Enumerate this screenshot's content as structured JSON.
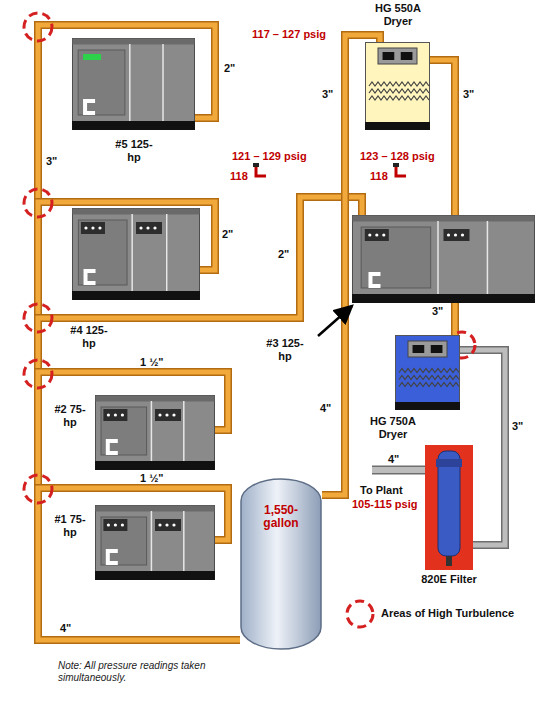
{
  "diagram": {
    "nodes": [
      {
        "text": [
          "#5 125-hp"
        ]
      },
      {
        "text": [
          "#4 125-hp"
        ]
      },
      {
        "text": [
          "#3 125-hp"
        ]
      },
      {
        "text": [
          "#2 75-hp"
        ]
      },
      {
        "text": [
          "#1 75-hp"
        ]
      },
      {
        "text": [
          "HG 550A Dryer"
        ]
      },
      {
        "text": [
          "HG 750A Dryer"
        ]
      },
      {
        "text": [
          "1,550- gallon"
        ]
      },
      {
        "text": [
          "820E Filter"
        ]
      }
    ],
    "edges": [
      {
        "from": 0,
        "to": 7,
        "arrow": "none"
      },
      {
        "from": 1,
        "to": 7,
        "arrow": "none"
      },
      {
        "from": 2,
        "to": 7,
        "arrow": "none"
      },
      {
        "from": 3,
        "to": 7,
        "arrow": "none"
      },
      {
        "from": 4,
        "to": 7,
        "arrow": "none"
      },
      {
        "from": 7,
        "to": 5,
        "arrow": "none"
      },
      {
        "from": 5,
        "to": 6,
        "arrow": "none"
      },
      {
        "from": 6,
        "to": 8,
        "arrow": "none"
      }
    ],
    "labels": [
      "117 – 127 psig",
      "121 – 129 psig",
      "118",
      "123 – 128 psig",
      "118",
      "2\"",
      "3\"",
      "2\"",
      "2\"",
      "1 ½\"",
      "1 ½\"",
      "4\"",
      "3\"",
      "3\"",
      "3\"",
      "4\"",
      "3\"",
      "4\"",
      "To Plant",
      "105-115 psig",
      "Note: All pressure readings taken simultaneously."
    ],
    "legend": [
      {
        "text": "Areas of High Turbulence"
      }
    ]
  }
}
